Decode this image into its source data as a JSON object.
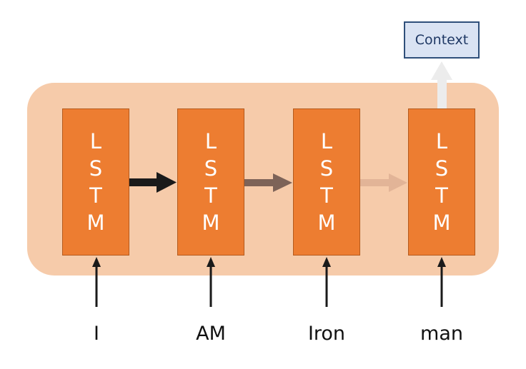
{
  "cell_letters": [
    "L",
    "S",
    "T",
    "M"
  ],
  "cells": [
    {
      "letters": [
        "L",
        "S",
        "T",
        "M"
      ]
    },
    {
      "letters": [
        "L",
        "S",
        "T",
        "M"
      ]
    },
    {
      "letters": [
        "L",
        "S",
        "T",
        "M"
      ]
    },
    {
      "letters": [
        "L",
        "S",
        "T",
        "M"
      ]
    }
  ],
  "inputs": [
    "I",
    "AM",
    "Iron",
    "man"
  ],
  "output_label": "Context",
  "colors": {
    "container": "#f6cbaa",
    "cell": "#ed7d31",
    "cell_border": "#b45a1d",
    "context_fill": "#dae3f3",
    "context_border": "#2f4f7a",
    "arrow_strong": "#1a1a1a",
    "arrow_medium": "#7d6358",
    "arrow_faint": "#e2b497",
    "context_arrow": "#ececec",
    "input_arrow": "#1a1a1a"
  },
  "recurrent_arrows": [
    {
      "strength": "strong"
    },
    {
      "strength": "medium"
    },
    {
      "strength": "faint"
    }
  ]
}
